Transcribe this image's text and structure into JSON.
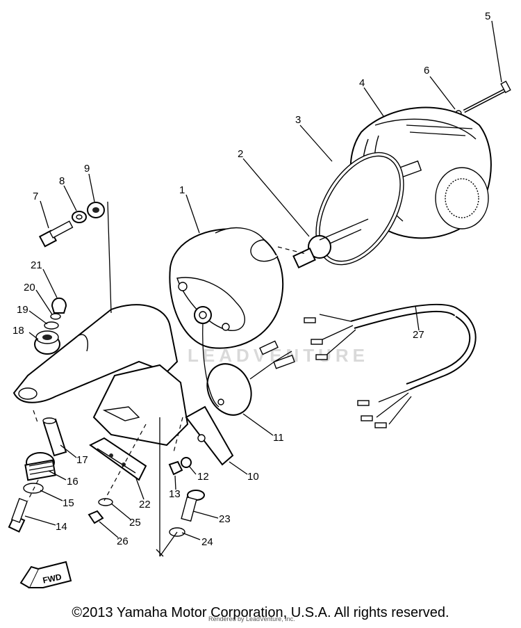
{
  "diagram": {
    "callouts": [
      "1",
      "2",
      "3",
      "4",
      "5",
      "6",
      "7",
      "8",
      "9",
      "10",
      "11",
      "12",
      "13",
      "14",
      "15",
      "16",
      "17",
      "18",
      "19",
      "20",
      "21",
      "22",
      "23",
      "24",
      "25",
      "26",
      "27"
    ],
    "fwd_label": "FWD",
    "watermark": "LEADVENTURE"
  },
  "footer": {
    "copyright": "©2013 Yamaha Motor Corporation, U.S.A. All rights reserved.",
    "credit": "Rendered by LeadVenture, Inc."
  }
}
